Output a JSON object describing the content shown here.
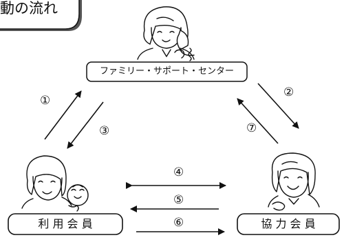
{
  "title_tab": {
    "label": "動の流れ"
  },
  "nodes": {
    "center": {
      "label": "ファミリー・サポート・センター"
    },
    "user": {
      "label": "利 用 会 員"
    },
    "helper": {
      "label": "協 力 会 員"
    }
  },
  "steps": [
    "①",
    "②",
    "③",
    "④",
    "⑤",
    "⑥",
    "⑦"
  ],
  "colors": {
    "line": "#111111",
    "tab_shadow": "#555555"
  },
  "icons": [
    "phone-woman-icon",
    "mother-baby-icon",
    "smiling-woman-icon"
  ]
}
